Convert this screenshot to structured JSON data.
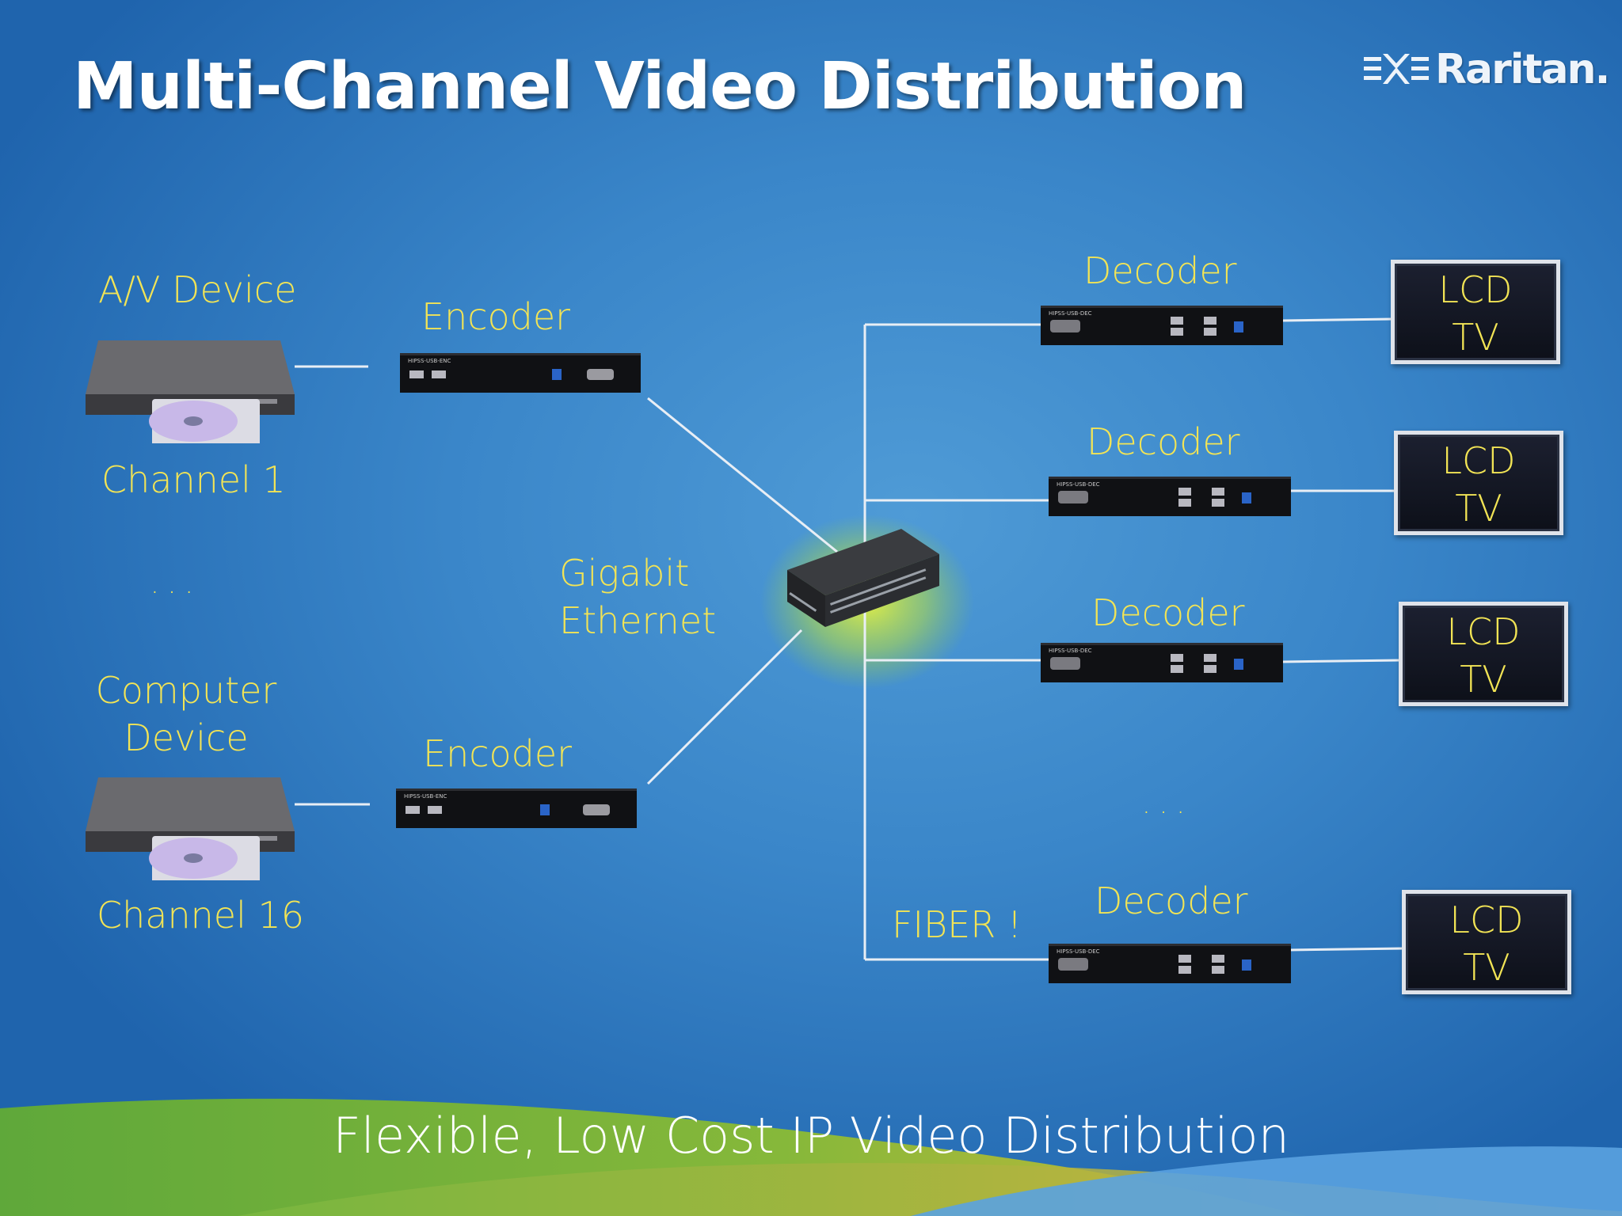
{
  "slide": {
    "title": "Multi-Channel Video Distribution",
    "footer": "Flexible, Low Cost IP Video Distribution"
  },
  "logo": {
    "name": "Raritan."
  },
  "sources": [
    {
      "device_label": "A/V Device",
      "channel_label": "Channel 1"
    },
    {
      "device_label": "Computer Device",
      "device_label_line1": "Computer",
      "device_label_line2": "Device",
      "channel_label": "Channel 16"
    }
  ],
  "source_ellipsis": ". . .",
  "encoders": [
    {
      "label": "Encoder",
      "model": "HIPSS-USB-ENC"
    },
    {
      "label": "Encoder",
      "model": "HIPSS-USB-ENC"
    }
  ],
  "network": {
    "label_line1": "Gigabit",
    "label_line2": "Ethernet",
    "fiber_label": "FIBER !"
  },
  "decoders": [
    {
      "label": "Decoder",
      "model": "HIPSS-USB-DEC"
    },
    {
      "label": "Decoder",
      "model": "HIPSS-USB-DEC"
    },
    {
      "label": "Decoder",
      "model": "HIPSS-USB-DEC"
    },
    {
      "label": "Decoder",
      "model": "HIPSS-USB-DEC"
    }
  ],
  "decoder_ellipsis": ". . .",
  "displays": [
    {
      "line1": "LCD",
      "line2": "TV"
    },
    {
      "line1": "LCD",
      "line2": "TV"
    },
    {
      "line1": "LCD",
      "line2": "TV"
    },
    {
      "line1": "LCD",
      "line2": "TV"
    }
  ],
  "colors": {
    "label": "#f2e455",
    "line": "#e8eef5",
    "title": "#ffffff"
  },
  "icons": [
    "dvd-player-icon",
    "encoder-box-icon",
    "network-switch-icon",
    "decoder-box-icon",
    "lcd-tv-icon",
    "raritan-logo-icon"
  ]
}
